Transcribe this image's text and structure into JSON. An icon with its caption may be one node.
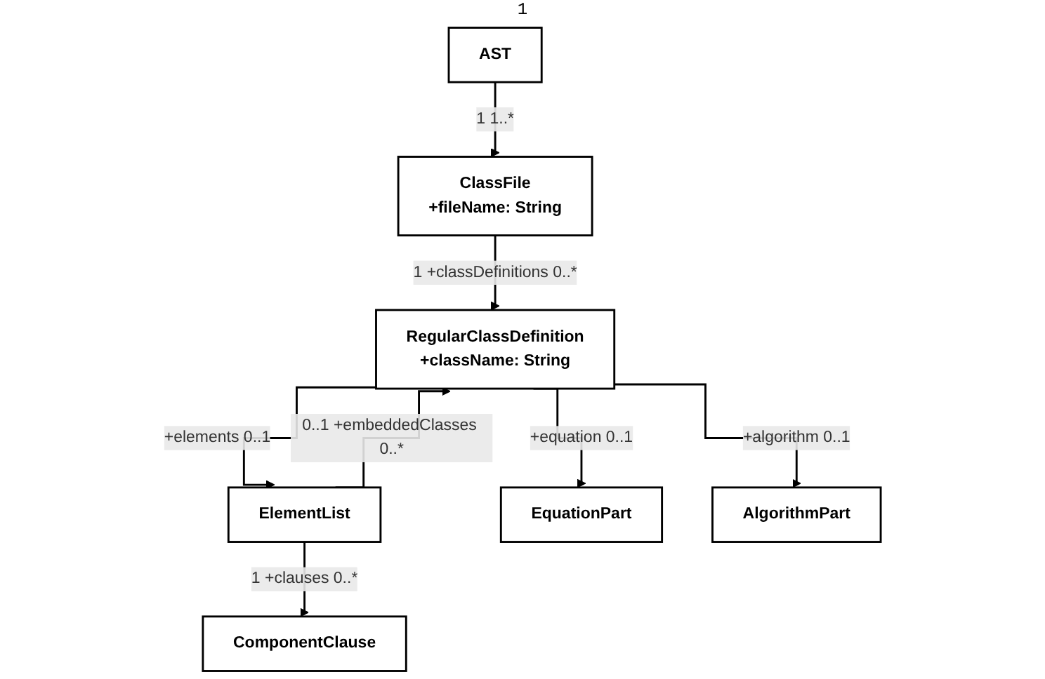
{
  "diagram": {
    "nodes": [
      {
        "text": [
          "AST"
        ]
      },
      {
        "text": [
          "ClassFile",
          "+fileName: String"
        ]
      },
      {
        "text": [
          "RegularClassDefinition",
          "+className: String"
        ]
      },
      {
        "text": [
          "ElementList"
        ]
      },
      {
        "text": [
          "EquationPart"
        ]
      },
      {
        "text": [
          "AlgorithmPart"
        ]
      },
      {
        "text": [
          "ComponentClause"
        ]
      }
    ],
    "edges": [
      {
        "from": 0,
        "to": 1,
        "arrow": "to",
        "label": "1 1..*"
      },
      {
        "from": 1,
        "to": 2,
        "arrow": "to",
        "label": "1 +classDefinitions 0..*"
      },
      {
        "from": 3,
        "to": 2,
        "arrow": "to",
        "label": "0..1 +embeddedClasses 0..*"
      },
      {
        "from": 2,
        "to": 3,
        "arrow": "to",
        "label": "+elements 0..1"
      },
      {
        "from": 2,
        "to": 4,
        "arrow": "to",
        "label": "+equation 0..1"
      },
      {
        "from": 2,
        "to": 5,
        "arrow": "to",
        "label": "+algorithm 0..1"
      },
      {
        "from": 3,
        "to": 6,
        "arrow": "to",
        "label": "1 +clauses 0..*"
      }
    ],
    "labels": [
      "1"
    ]
  }
}
